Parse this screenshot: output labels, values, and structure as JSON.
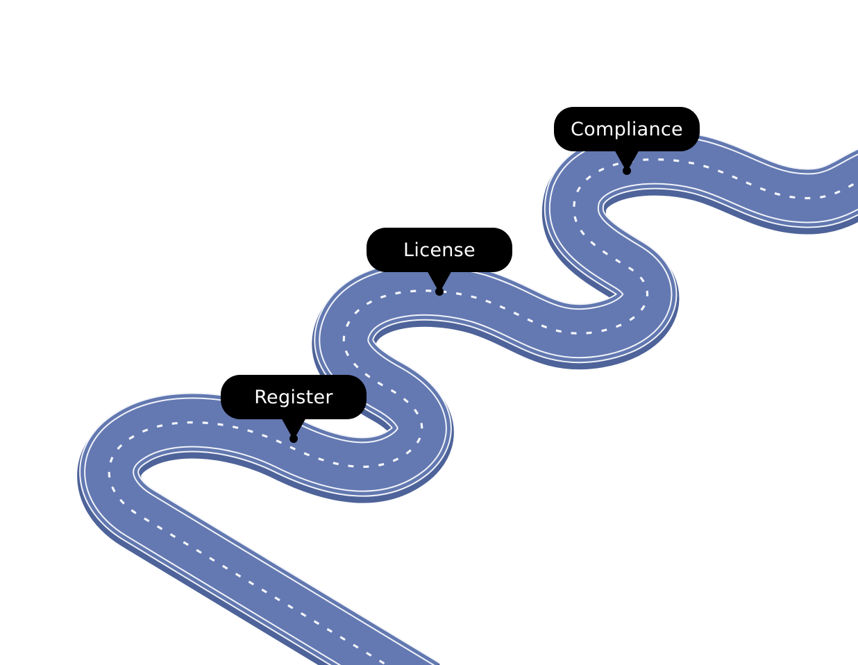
{
  "diagram": {
    "type": "roadmap",
    "description": "Winding road with milestone labels",
    "road": {
      "color": "#6278B0",
      "edge_color": "#4E6399",
      "line_color": "#FFFFFF"
    },
    "milestones": [
      {
        "label": "Register",
        "order": 1
      },
      {
        "label": "License",
        "order": 2
      },
      {
        "label": "Compliance",
        "order": 3
      }
    ]
  }
}
